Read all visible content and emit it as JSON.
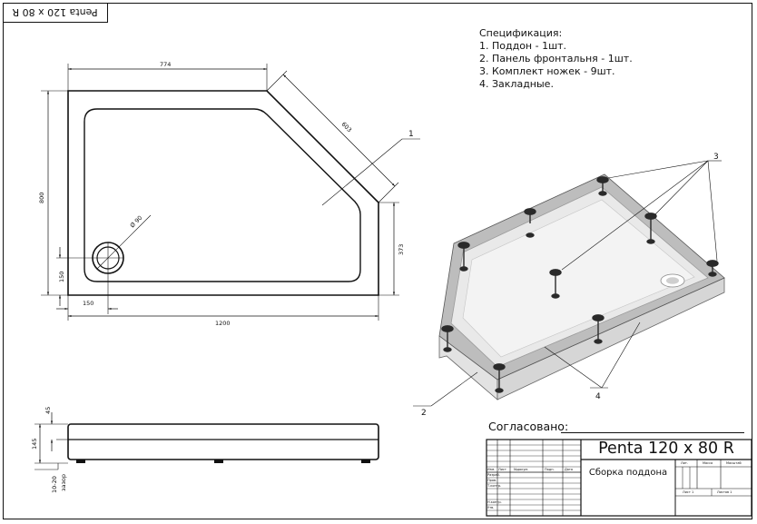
{
  "title_tab": "Penta 120 x 80 R",
  "spec": {
    "heading": "Спецификация:",
    "items": [
      "1. Поддон - 1шт.",
      "2. Панель фронтальня - 1шт.",
      "3. Комплект ножек - 9шт.",
      "4. Закладные."
    ]
  },
  "dimensions": {
    "top_edge": "774",
    "diagonal": "603",
    "height": "800",
    "right_edge": "373",
    "drain_offset_y": "150",
    "drain_offset_x": "150",
    "width": "1200",
    "drain_diameter": "Ø 90",
    "side_height": "45",
    "total_height": "145",
    "gap": "10-20",
    "gap_label": "зазор"
  },
  "callouts": {
    "c1": "1",
    "c2": "2",
    "c3": "3",
    "c4": "4"
  },
  "approval": "Согласовано:",
  "title_block": {
    "title": "Penta 120 x 80 R",
    "subtitle": "Сборка поддона",
    "col_izm": "Изм.",
    "col_list": "Лист",
    "col_doc": "№докум.",
    "col_sign": "Подп.",
    "col_date": "Дата",
    "row_razrab": "Разраб.",
    "row_prov": "Пров.",
    "row_tkontr": "Т.контр.",
    "row_nkontr": "Н.контр.",
    "row_utv": "Утв.",
    "lit": "Лит.",
    "massa": "Масса",
    "masshtab": "Масштаб",
    "list": "Лист 1",
    "listov": "Листов 1"
  }
}
